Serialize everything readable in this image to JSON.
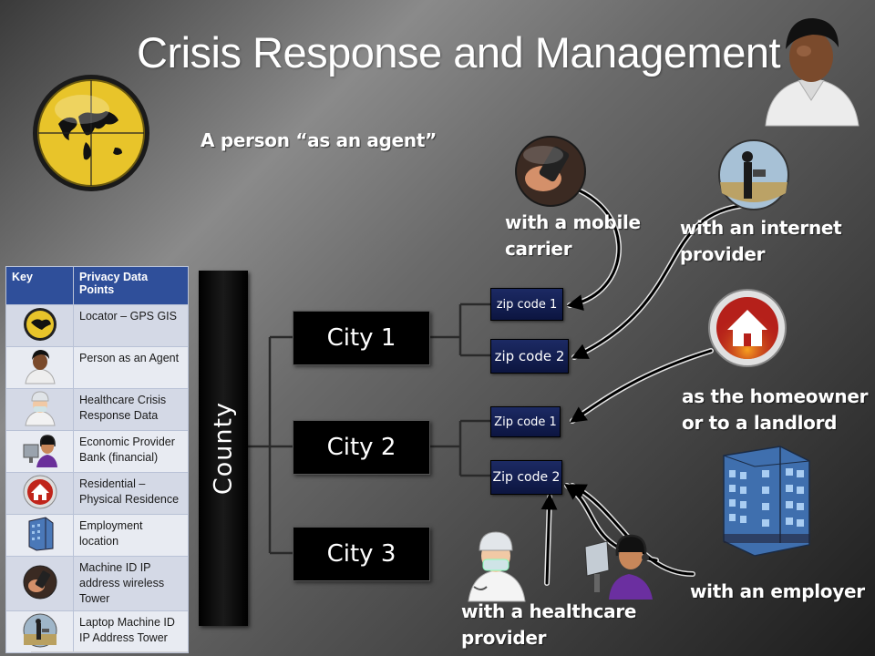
{
  "title": "Crisis Response and Management",
  "subtitle": "A person “as an agent”",
  "key": {
    "header_col1": "Key",
    "header_col2": "Privacy Data Points",
    "rows": [
      {
        "icon": "globe-map-icon",
        "label": "Locator – GPS GIS"
      },
      {
        "icon": "person-icon",
        "label": "Person as an Agent"
      },
      {
        "icon": "doctor-icon",
        "label": "Healthcare Crisis Response Data"
      },
      {
        "icon": "operator-icon",
        "label": "Economic Provider Bank (financial)"
      },
      {
        "icon": "house-icon",
        "label": "Residential – Physical Residence"
      },
      {
        "icon": "building-icon",
        "label": "Employment location"
      },
      {
        "icon": "phone-icon",
        "label": "Machine ID IP address wireless Tower"
      },
      {
        "icon": "laptop-user-icon",
        "label": "Laptop Machine ID IP Address Tower"
      }
    ]
  },
  "county": "County",
  "cities": [
    "City 1",
    "City 2",
    "City 3"
  ],
  "zips": [
    "zip code 1",
    "zip code 2",
    "Zip code 1",
    "Zip code 2"
  ],
  "captions": {
    "mobile": [
      "with a mobile",
      "carrier"
    ],
    "internet": [
      "with an internet",
      "provider"
    ],
    "homeowner": [
      "as the homeowner",
      "or to a landlord"
    ],
    "employer": "with an employer",
    "healthcare": [
      "with a healthcare",
      "provider"
    ]
  },
  "colors": {
    "key_header": "#2f4f9a",
    "zip_box": "#14205a",
    "city_box": "#000000",
    "globe_gold": "#e8c42a",
    "house_red": "#c0241a"
  }
}
